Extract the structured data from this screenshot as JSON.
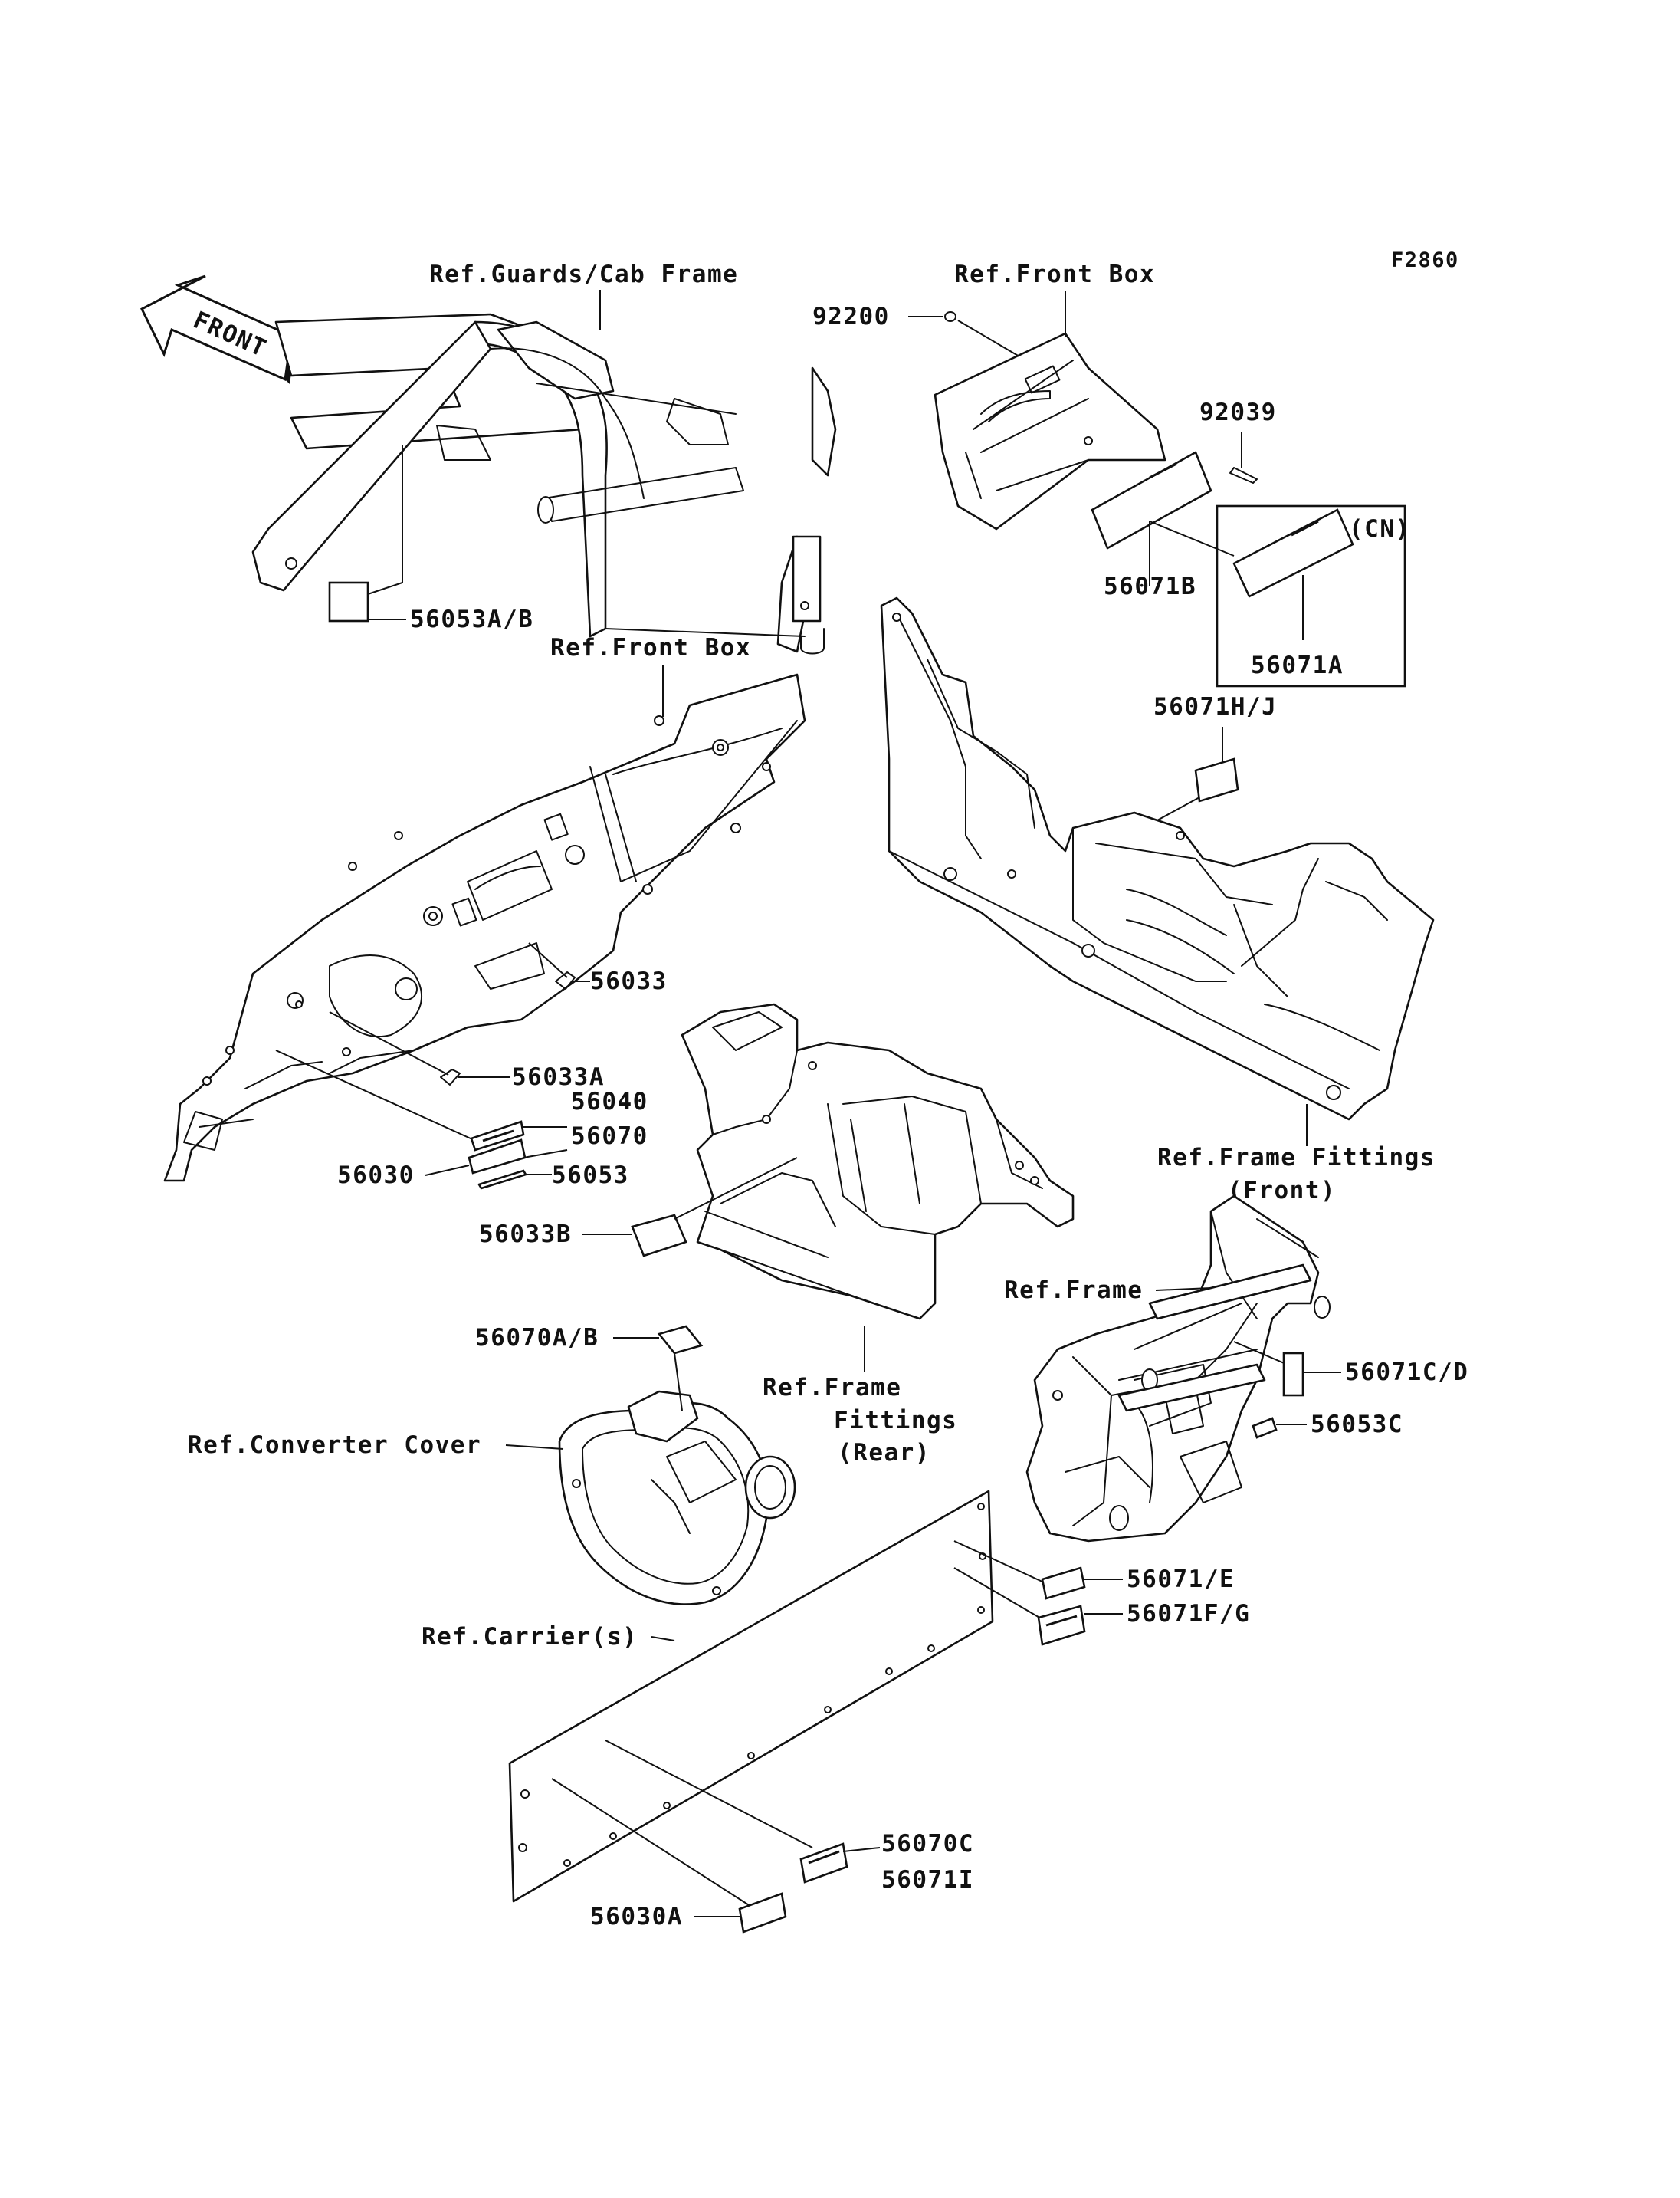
{
  "figure_code": "F2860",
  "front_arrow": "FRONT",
  "labels": {
    "ref_guards_cab_frame": "Ref.Guards/Cab Frame",
    "ref_front_box_top": "Ref.Front Box",
    "ref_front_box_dash": "Ref.Front Box",
    "p92200": "92200",
    "p92039": "92039",
    "cn": "(CN)",
    "p56071b": "56071B",
    "p56071a": "56071A",
    "p56053ab": "56053A/B",
    "p56071hj": "56071H/J",
    "p56033": "56033",
    "p56033a": "56033A",
    "p56040": "56040",
    "p56070": "56070",
    "p56030": "56030",
    "p56053": "56053",
    "ref_frame_fittings_front_1": "Ref.Frame Fittings",
    "ref_frame_fittings_front_2": "(Front)",
    "p56033b": "56033B",
    "ref_frame": "Ref.Frame",
    "p56071cd": "56071C/D",
    "p56053c": "56053C",
    "p56070ab": "56070A/B",
    "ref_frame_fittings_rear_1": "Ref.Frame",
    "ref_frame_fittings_rear_2": "Fittings",
    "ref_frame_fittings_rear_3": "(Rear)",
    "ref_converter_cover": "Ref.Converter Cover",
    "p56071e": "56071/E",
    "p56071fg": "56071F/G",
    "ref_carriers": "Ref.Carrier(s)",
    "p56070c": "56070C",
    "p56071i": "56071I",
    "p56030a": "56030A"
  }
}
